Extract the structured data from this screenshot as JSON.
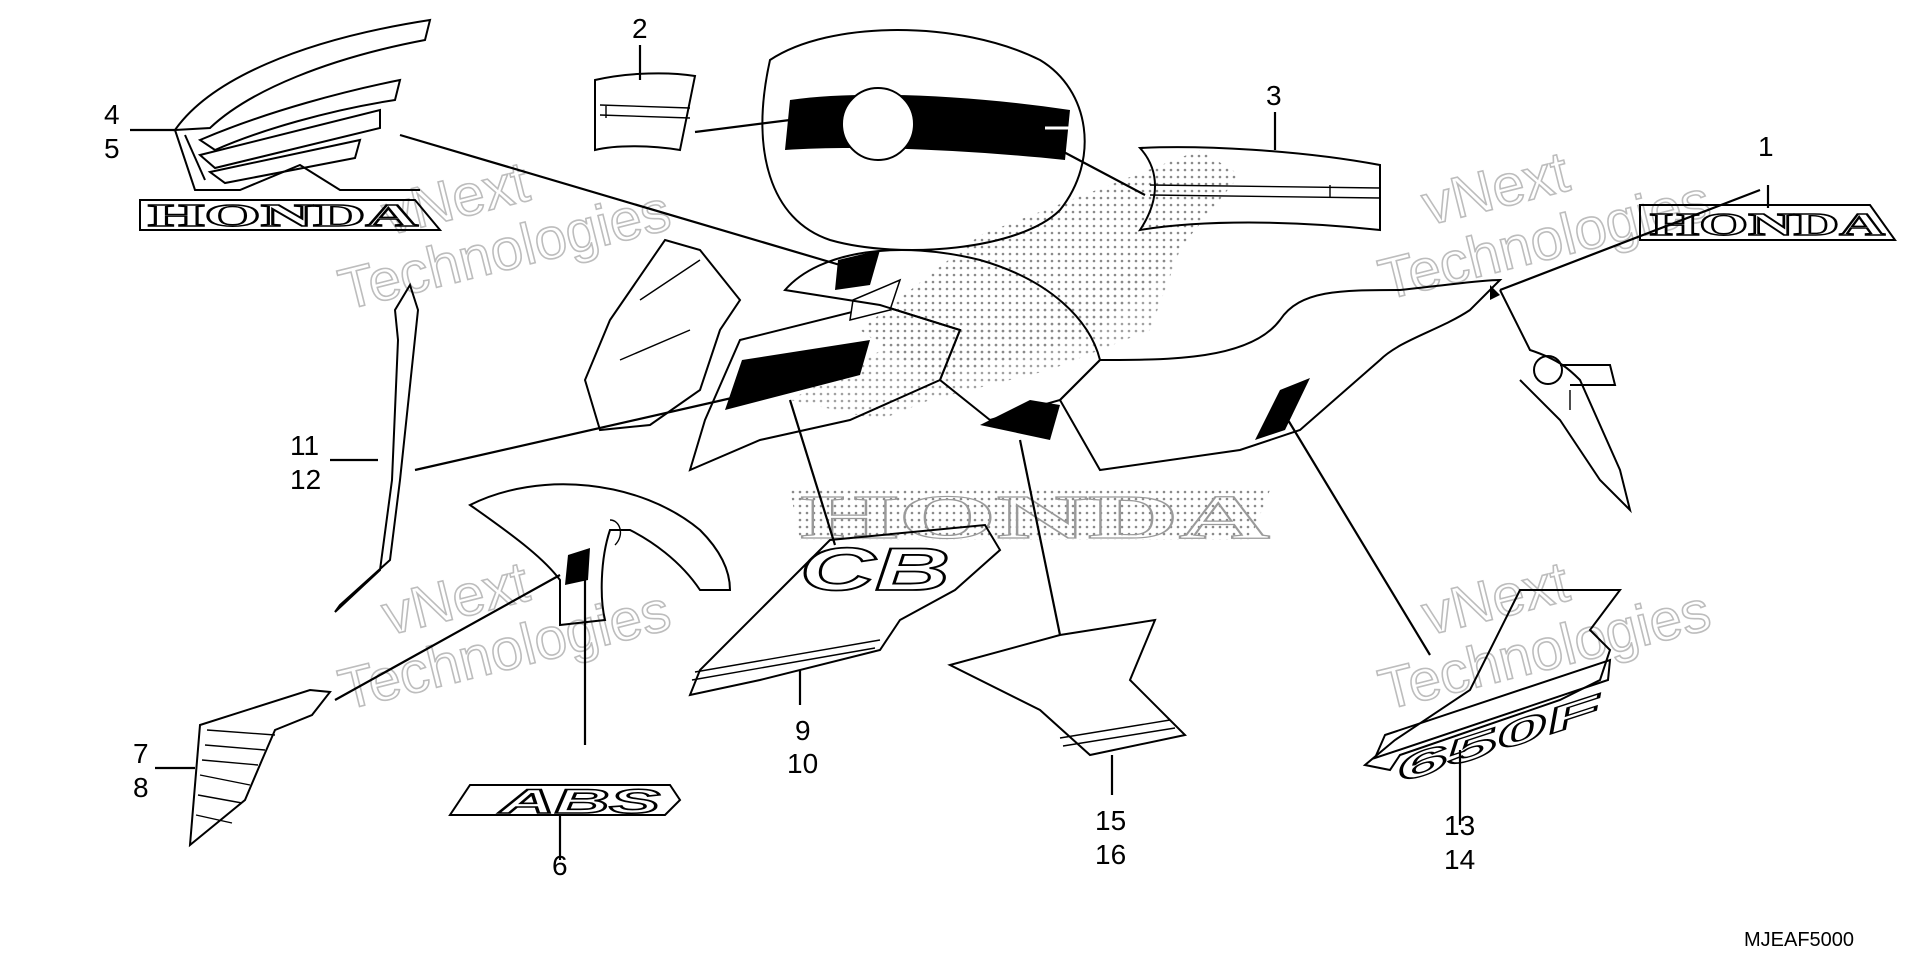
{
  "diagram": {
    "callouts": [
      {
        "id": "c1",
        "text": "1"
      },
      {
        "id": "c2",
        "text": "2"
      },
      {
        "id": "c3",
        "text": "3"
      },
      {
        "id": "c4",
        "text": "4"
      },
      {
        "id": "c5",
        "text": "5"
      },
      {
        "id": "c6",
        "text": "6"
      },
      {
        "id": "c7",
        "text": "7"
      },
      {
        "id": "c8",
        "text": "8"
      },
      {
        "id": "c9",
        "text": "9"
      },
      {
        "id": "c10",
        "text": "10"
      },
      {
        "id": "c11",
        "text": "11"
      },
      {
        "id": "c12",
        "text": "12"
      },
      {
        "id": "c13",
        "text": "13"
      },
      {
        "id": "c14",
        "text": "14"
      },
      {
        "id": "c15",
        "text": "15"
      },
      {
        "id": "c16",
        "text": "16"
      }
    ],
    "drawing_code": "MJEAF5000",
    "decal_text": {
      "wing_logo": "HONDA",
      "tail_logo": "HONDA",
      "tank_logo": "HONDA",
      "fairing_model": "CB",
      "abs_badge": "ABS",
      "side_model": "650F"
    },
    "watermark": {
      "line1": "vNext",
      "line2": "Technologies"
    }
  },
  "colors": {
    "line": "#000000",
    "background": "#ffffff",
    "watermark": "#bdbdbd",
    "dots": "#8a8a8a"
  }
}
